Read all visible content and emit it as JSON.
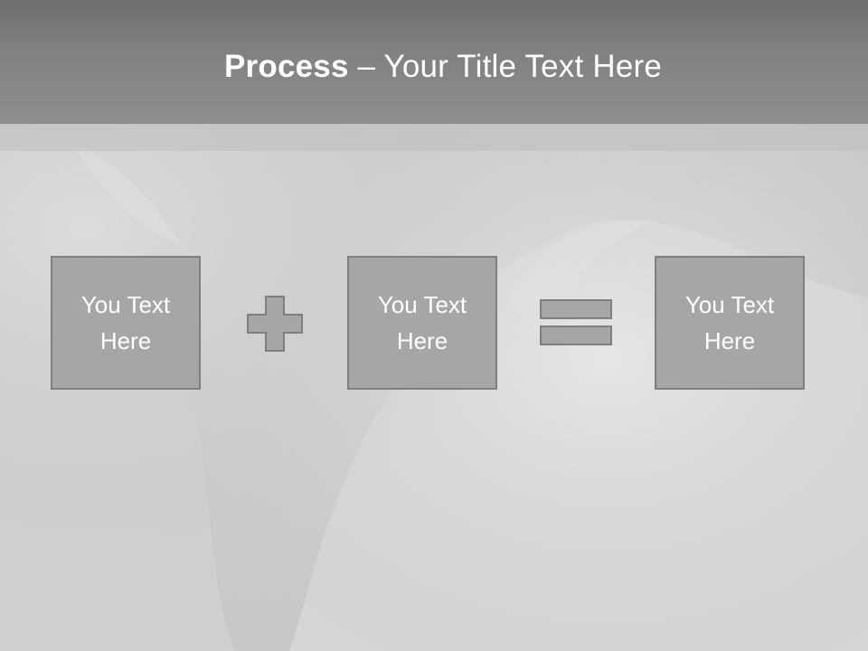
{
  "title": {
    "bold": "Process",
    "separator": " – ",
    "rest": "Your Title Text Here"
  },
  "boxes": [
    {
      "text": "You Text Here"
    },
    {
      "text": "You Text Here"
    },
    {
      "text": "You Text Here"
    }
  ],
  "operators": {
    "first": "plus-icon",
    "second": "equals-icon"
  },
  "colors": {
    "box_fill": "#a6a6a6",
    "box_border": "#7f7f7f",
    "title_bar": "#828282",
    "text": "#ffffff"
  }
}
